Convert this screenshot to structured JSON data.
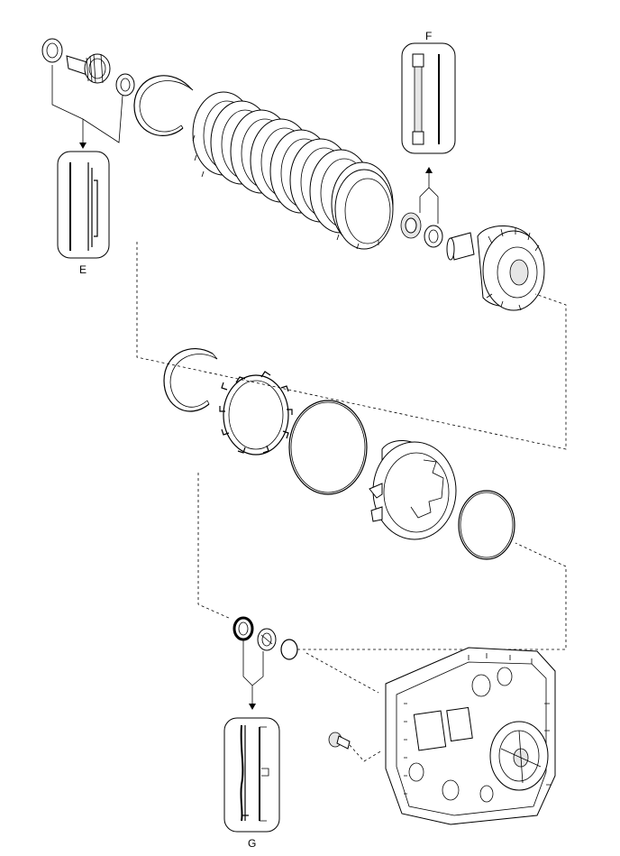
{
  "callouts": {
    "e": "E",
    "f": "F",
    "g": "G"
  },
  "colors": {
    "line": "#000000",
    "shade": "#e6e6e6",
    "background": "#ffffff"
  }
}
